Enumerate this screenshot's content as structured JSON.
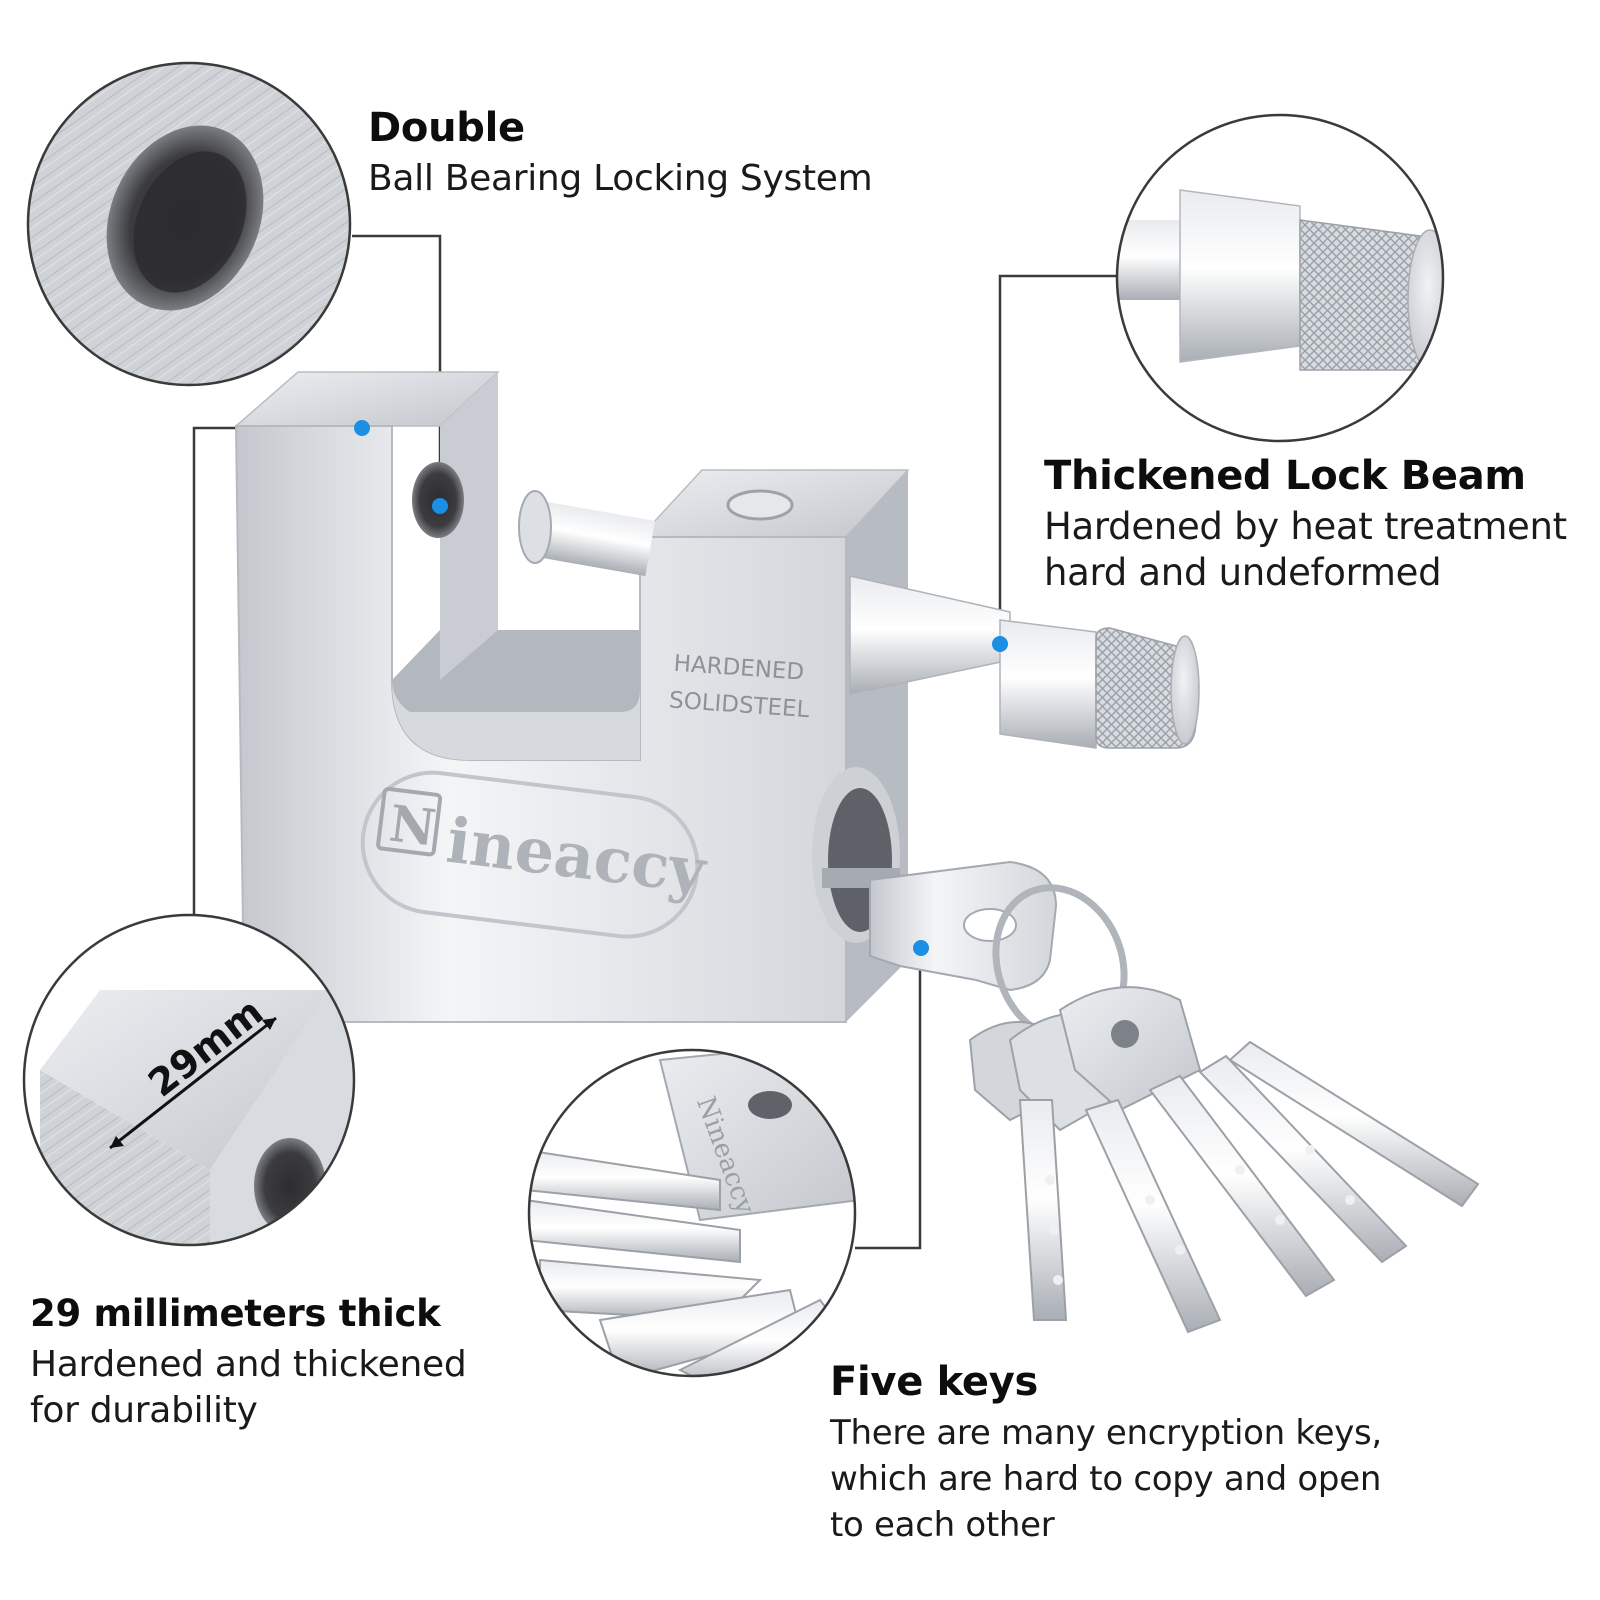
{
  "callouts": {
    "double": {
      "title": "Double",
      "line1": "Ball Bearing Locking System"
    },
    "beam": {
      "title": "Thickened Lock Beam",
      "line1": "Hardened by heat treatment",
      "line2": "hard and undeformed"
    },
    "thick": {
      "title": "29 millimeters thick",
      "line1": "Hardened and thickened",
      "line2": "for durability"
    },
    "keys": {
      "title": "Five keys",
      "line1": "There are many encryption keys,",
      "line2": "which are hard to copy and open",
      "line3": "to each other"
    }
  },
  "product": {
    "engraving_line1": "HARDENED",
    "engraving_line2": "SOLIDSTEEL",
    "brand_mark": "N",
    "brand_text": "ineaccy",
    "key_brand": "Nineaccy",
    "dimension_label": "29mm"
  },
  "colors": {
    "marker": "#1a8fe3",
    "leader": "#3a3a3a",
    "steel_light": "#eef0f3",
    "steel_mid": "#c9cdd3",
    "steel_dark": "#8e939b"
  }
}
